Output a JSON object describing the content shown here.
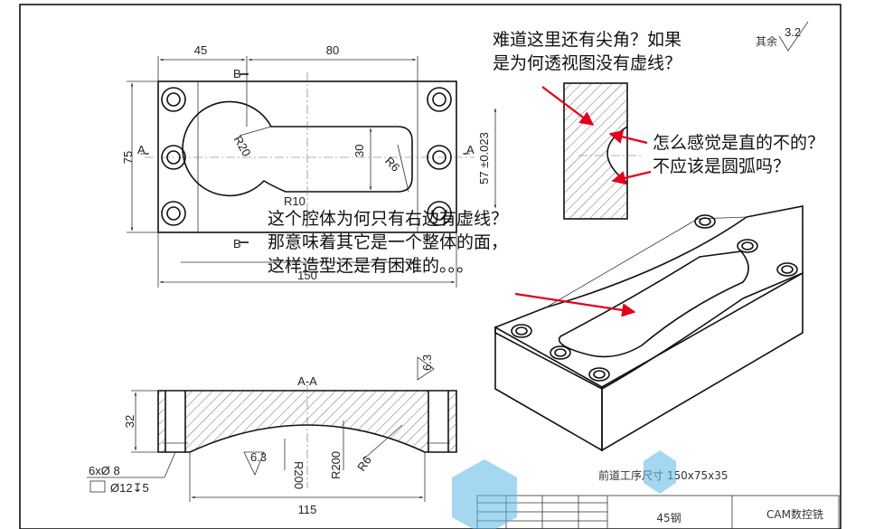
{
  "dimensions": {
    "top_left": "45",
    "top_mid": "80",
    "section_mark": "B",
    "height": "75",
    "view_mark": "A",
    "r20": "R20",
    "width_slot": "30",
    "r6": "R6",
    "r10": "R10",
    "tol": "57 ±0.023",
    "overall": "150",
    "section_title": "A-A",
    "depth": "32",
    "rough_a": "6.3",
    "r200a": "R200",
    "r200b": "R200",
    "r6b": "R6",
    "holes": "6xØ 8",
    "cbore": "Ø12↧5",
    "bottom_len": "115",
    "rough_side": "6.3",
    "rough_corner_label": "其余",
    "rough_corner_val": "3.2"
  },
  "annotations": {
    "q1_line1": "难道这里还有尖角？如果",
    "q1_line2": "是为何透视图没有虚线？",
    "q2_line1": "怎么感觉是直的不的？",
    "q2_line2": "不应该是圆弧吗？",
    "q3_line1": "这个腔体为何只有右边有虚线？",
    "q3_line2": "那意味着其它是一个整体的面，",
    "q3_line3": "这样造型还是有困难的。。。"
  },
  "title_block": {
    "blank_size": "前道工序尺寸  150x75x35",
    "material": "45钢",
    "process": "CAM数控铣"
  },
  "colors": {
    "arrow": "#e0001b",
    "line": "#111111",
    "watermark": "#5bb7e6"
  }
}
